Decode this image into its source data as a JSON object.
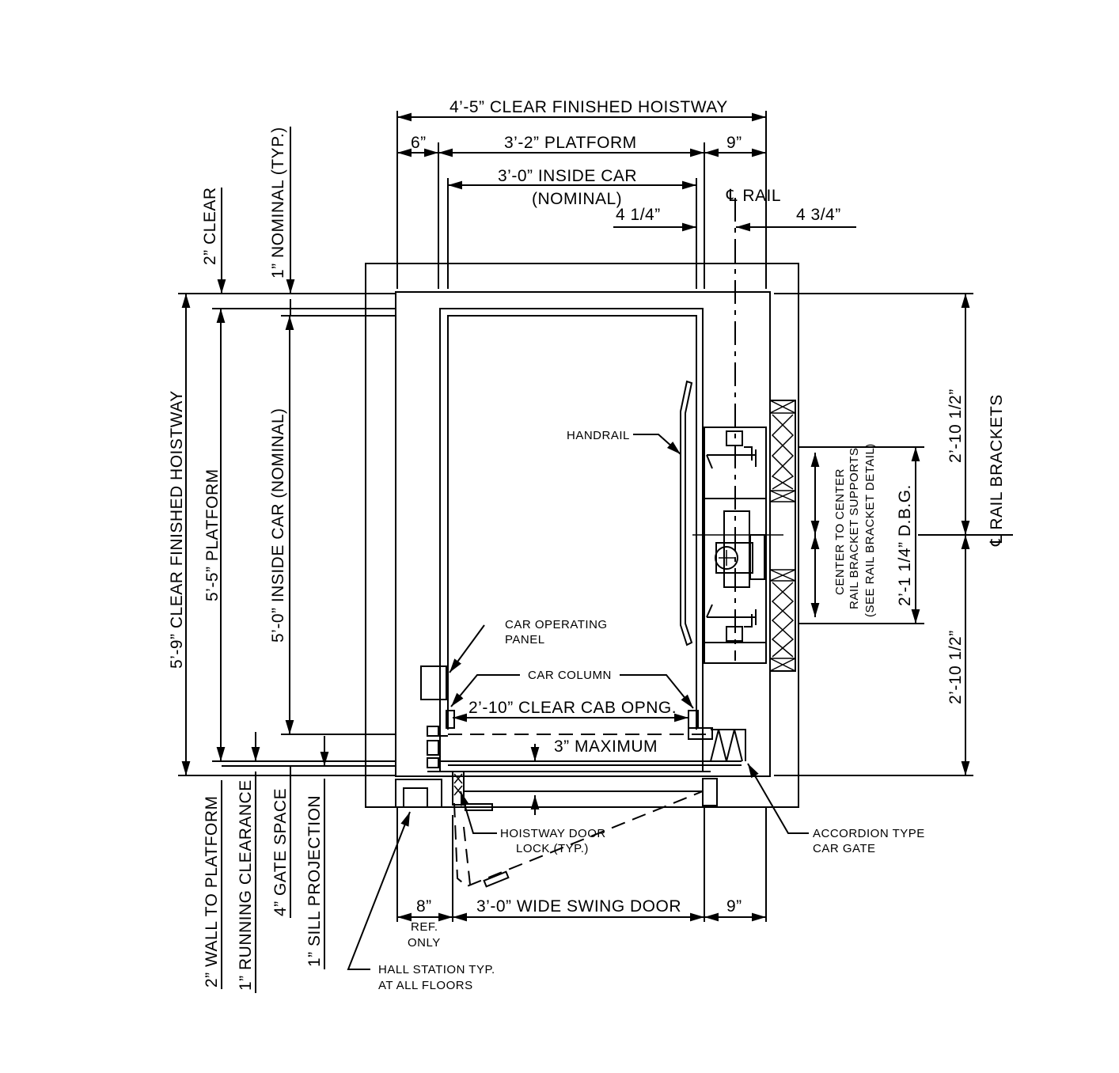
{
  "dims": {
    "hoistway_width": "4’-5” CLEAR FINISHED HOISTWAY",
    "left_offset": "6”",
    "platform_width": "3’-2” PLATFORM",
    "right_offset": "9”",
    "inside_car_width": "3’-0” INSIDE CAR",
    "inside_car_nominal": "(NOMINAL)",
    "cl_rail": "℄ RAIL",
    "left_rail_dim": "4 1/4”",
    "right_rail_dim": "4 3/4”",
    "nominal_typ": "1” NOMINAL (TYP.)",
    "clear_2": "2” CLEAR",
    "hoistway_depth": "5’-9” CLEAR FINISHED HOISTWAY",
    "platform_depth": "5’-5” PLATFORM",
    "inside_car_depth": "5’-0” INSIDE CAR (NOMINAL)",
    "upper_rail_dim": "2’-10 1/2”",
    "lower_rail_dim": "2’-10 1/2”",
    "cl_rail_brackets": "℄ RAIL BRACKETS",
    "dbg": "2’-1 1/4” D.B.G.",
    "ctc_line1": "CENTER TO CENTER",
    "ctc_line2": "RAIL BRACKET SUPPORTS",
    "ctc_line3": "(SEE RAIL BRACKET DETAIL)",
    "cab_opening": "2’-10” CLEAR CAB OPNG.",
    "max_3": "3” MAXIMUM",
    "ref_8": "8”",
    "ref_only_1": "REF.",
    "ref_only_2": "ONLY",
    "swing_door": "3’-0” WIDE SWING DOOR",
    "bottom_right": "9”",
    "wall_to_platform": "2” WALL TO PLATFORM",
    "running_clearance": "1” RUNNING CLEARANCE",
    "gate_space": "4” GATE SPACE",
    "sill_projection": "1” SILL PROJECTION"
  },
  "callouts": {
    "handrail": "HANDRAIL",
    "cop_1": "CAR OPERATING",
    "cop_2": "PANEL",
    "car_column": "CAR COLUMN",
    "door_lock_1": "HOISTWAY DOOR",
    "door_lock_2": "LOCK (TYP.)",
    "accordion_1": "ACCORDION TYPE",
    "accordion_2": "CAR GATE",
    "hall_station_1": "HALL STATION TYP.",
    "hall_station_2": "AT ALL FLOORS"
  }
}
